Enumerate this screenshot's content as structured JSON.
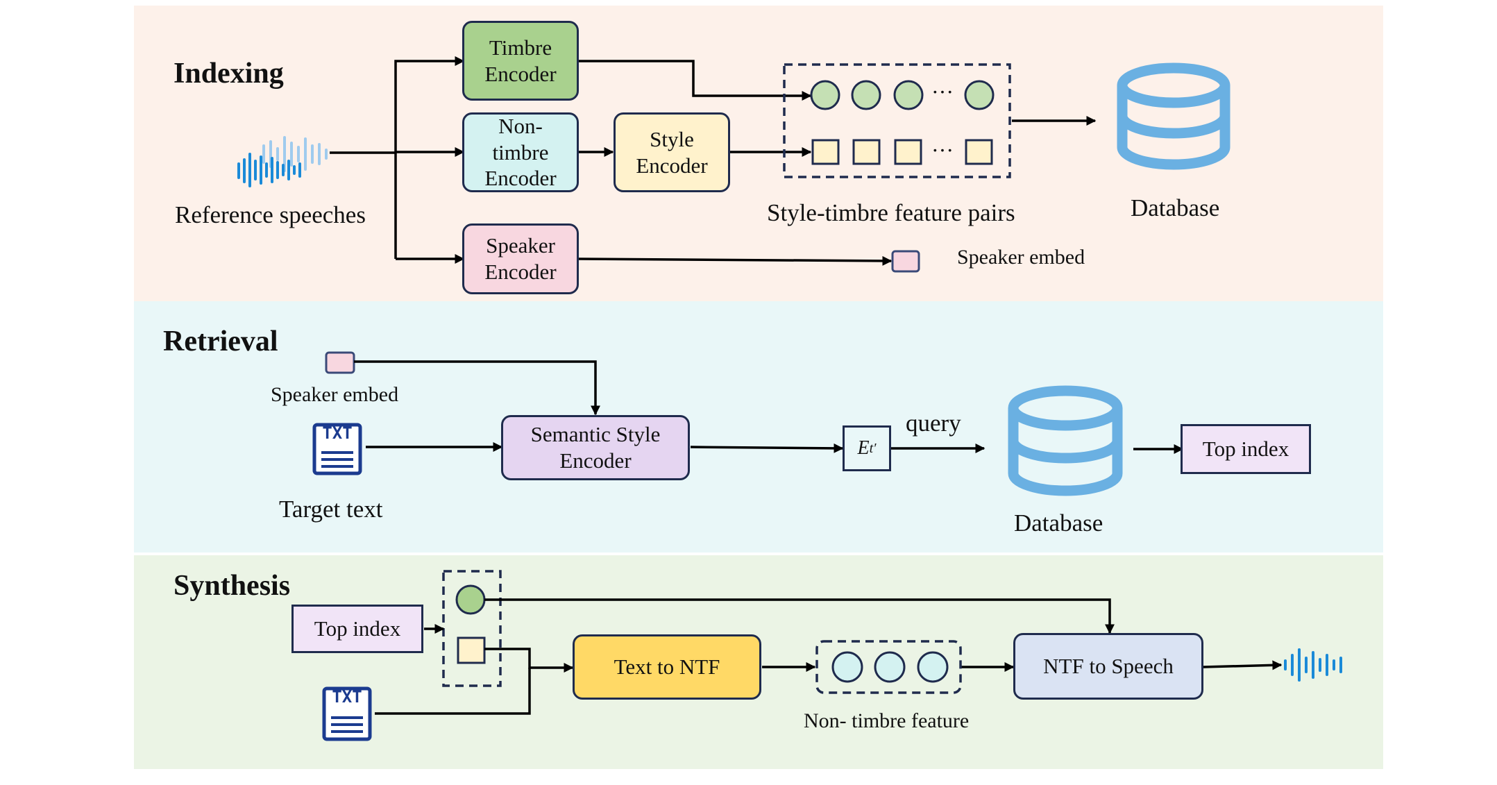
{
  "indexing": {
    "title": "Indexing",
    "reference_label": "Reference speeches",
    "timbre_encoder": "Timbre\nEncoder",
    "non_timbre_encoder": "Non-\ntimbre\nEncoder",
    "style_encoder": "Style\nEncoder",
    "speaker_encoder": "Speaker\nEncoder",
    "pairs_label": "Style-timbre feature pairs",
    "database_label": "Database",
    "speaker_embed_label": "Speaker embed",
    "ellipsis": "···"
  },
  "retrieval": {
    "title": "Retrieval",
    "speaker_embed_label": "Speaker embed",
    "target_text_label": "Target text",
    "txt_icon_text": "TXT",
    "semantic_encoder": "Semantic Style\nEncoder",
    "embedding_symbol": "E",
    "embedding_superscript": "t′",
    "query_label": "query",
    "database_label": "Database",
    "top_index": "Top index"
  },
  "synthesis": {
    "title": "Synthesis",
    "top_index": "Top index",
    "txt_icon_text": "TXT",
    "text_to_ntf": "Text to NTF",
    "non_timbre_label": "Non- timbre feature",
    "ntf_to_speech": "NTF to Speech"
  },
  "colors": {
    "indexing_bg": "#fdf1ea",
    "retrieval_bg": "#e9f7f8",
    "synthesis_bg": "#ebf4e5",
    "timbre": "#a9d18e",
    "non_timbre": "#d4f2f1",
    "style": "#fff2cc",
    "speaker": "#f8d7e0",
    "semantic": "#e5d5f1",
    "top_index": "#f1e4f7",
    "text_to_ntf": "#ffd966",
    "ntf_to_speech": "#dae3f3",
    "database": "#6ab0e2",
    "navy": "#1f2b4d",
    "txt_icon": "#1b3b8f"
  }
}
